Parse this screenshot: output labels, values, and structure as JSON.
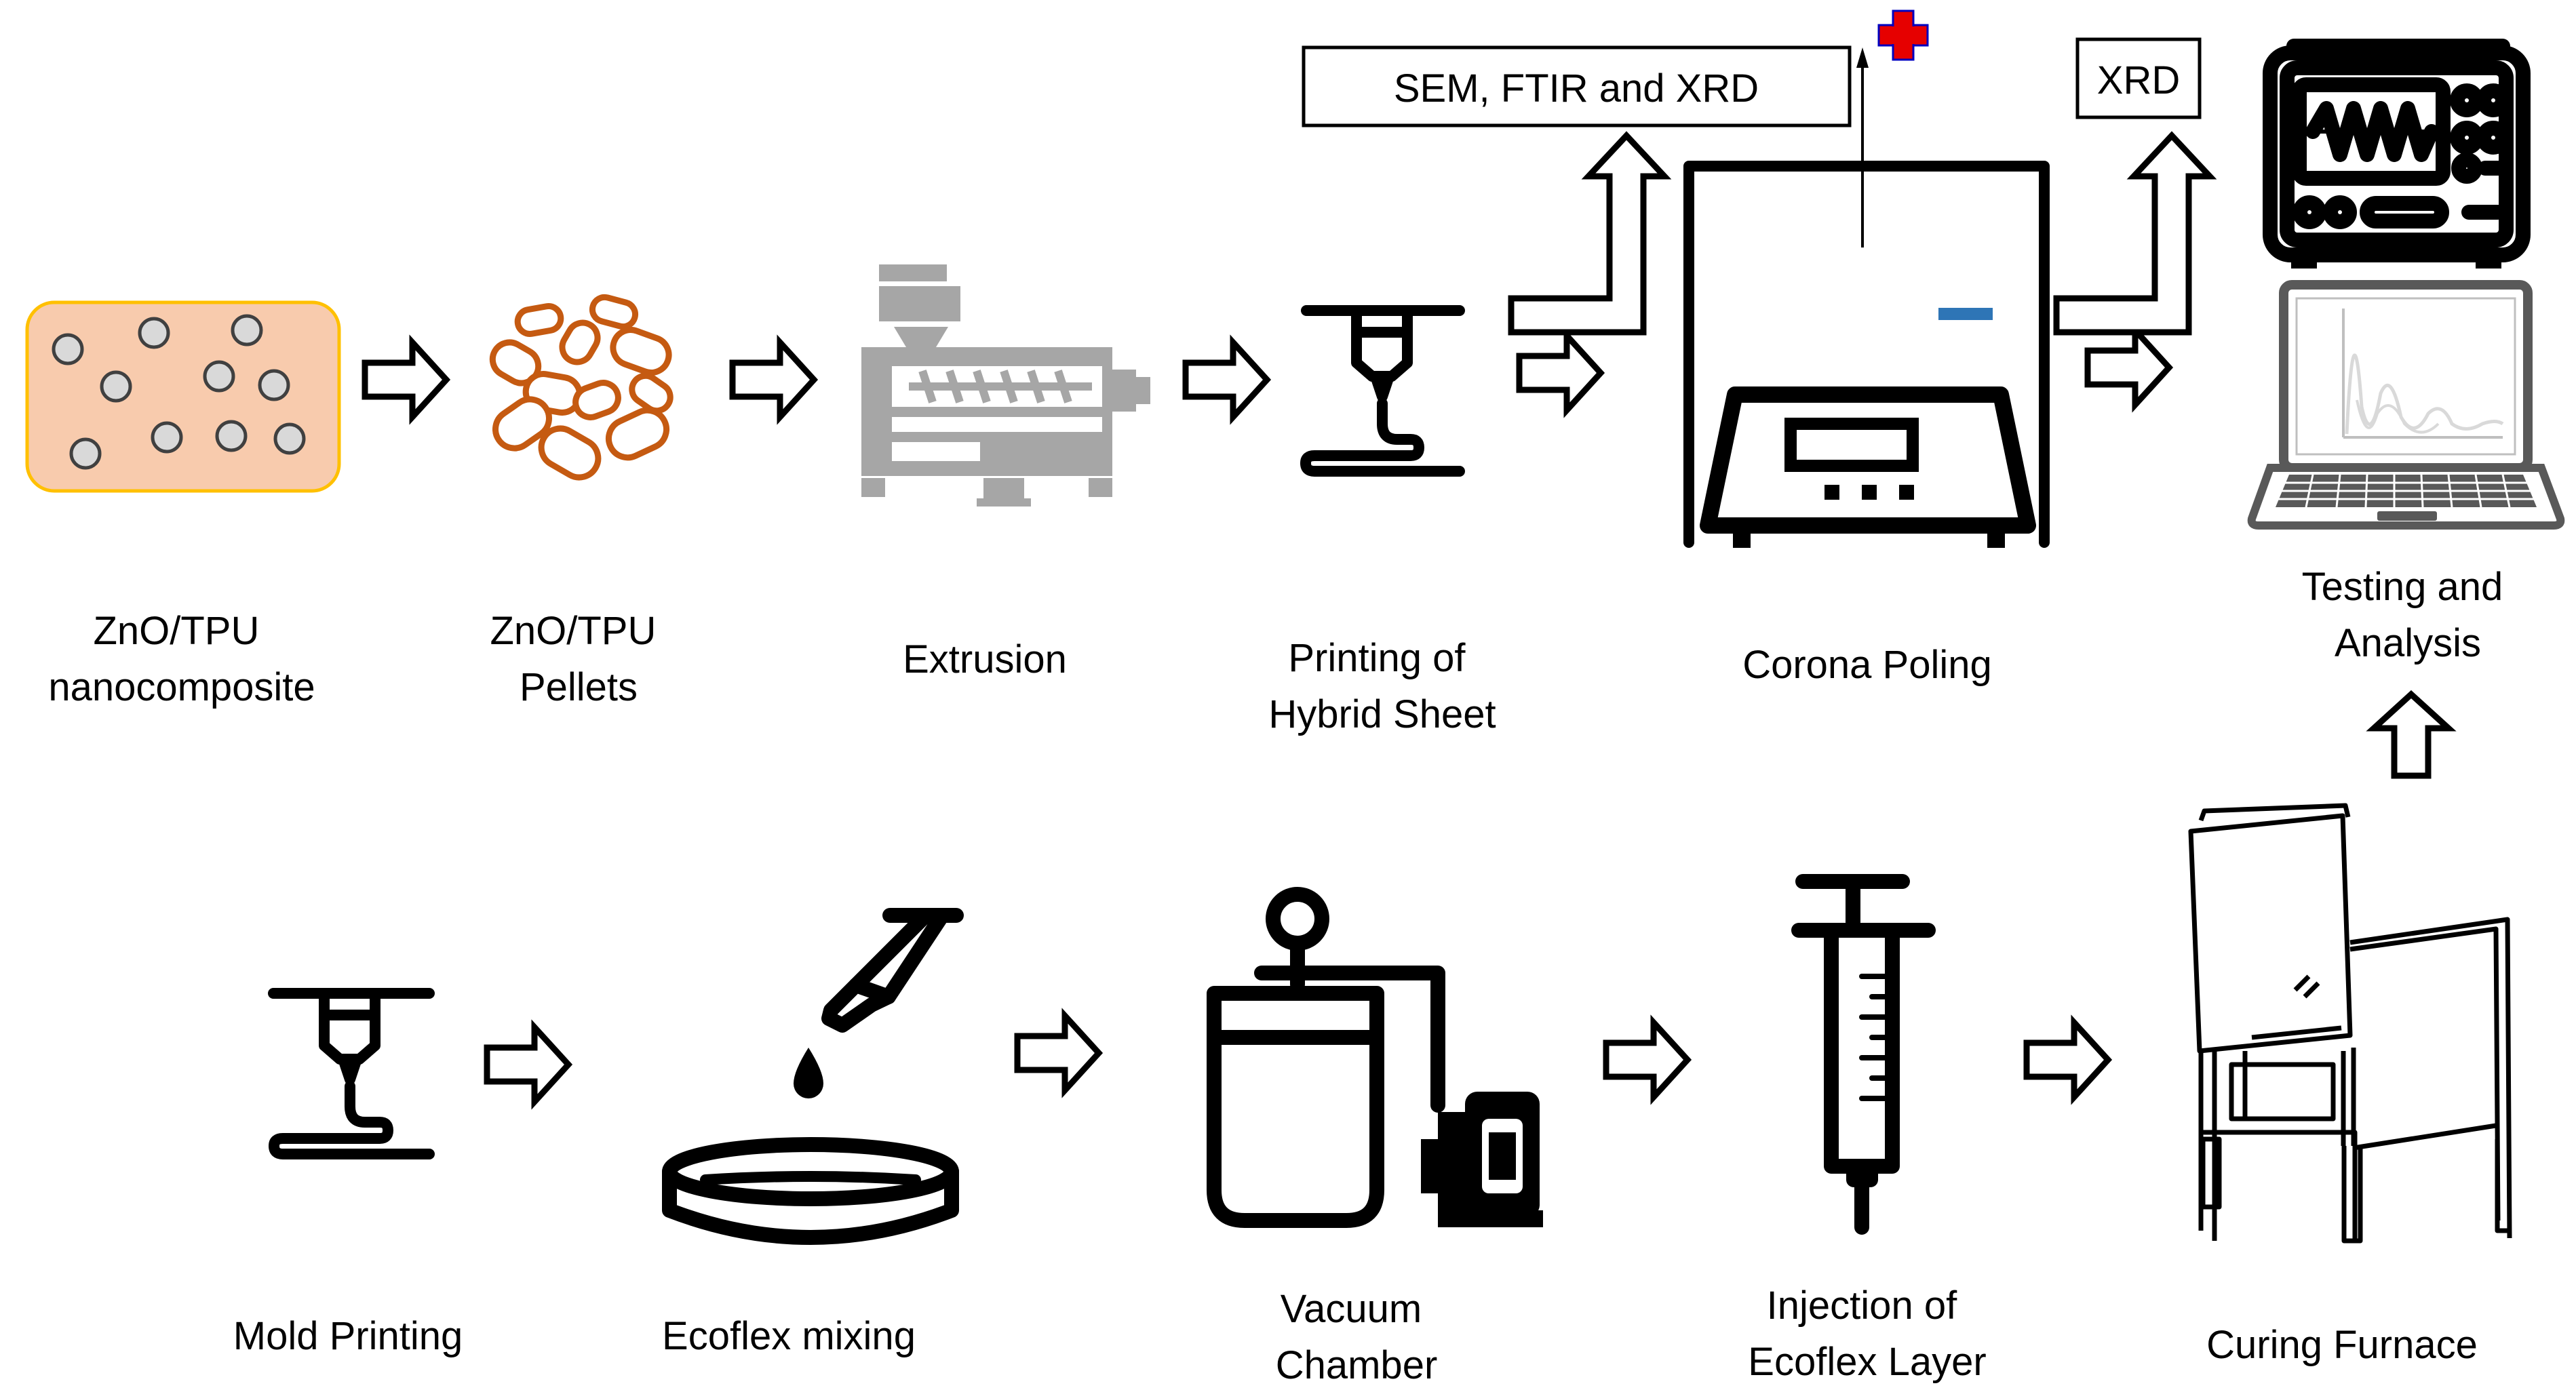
{
  "steps": {
    "nanocomposite": [
      "ZnO/TPU",
      "nanocomposite"
    ],
    "pellets": [
      "ZnO/TPU",
      "Pellets"
    ],
    "extrusion": [
      "Extrusion"
    ],
    "printing": [
      "Printing of",
      "Hybrid Sheet"
    ],
    "corona": [
      "Corona Poling"
    ],
    "testing": [
      "Testing and",
      "Analysis"
    ],
    "mold": [
      "Mold Printing"
    ],
    "ecoflex": [
      "Ecoflex mixing"
    ],
    "vacuum": [
      "Vacuum",
      "Chamber"
    ],
    "injection": [
      "Injection of",
      "Ecoflex Layer"
    ],
    "curing": [
      "Curing Furnace"
    ]
  },
  "boxes": {
    "sem": "SEM, FTIR and XRD",
    "xrd": "XRD"
  },
  "icons": {
    "nanocomposite": "nanoparticle-matrix-icon",
    "pellets": "pellets-icon",
    "extrusion": "extruder-icon",
    "printing": "3d-printer-nozzle-icon",
    "corona": "corona-poling-chamber-icon",
    "plus": "plus-icon",
    "minus": "minus-icon",
    "oscilloscope": "oscilloscope-icon",
    "laptop": "laptop-icon",
    "mold": "3d-printer-nozzle-icon",
    "ecoflex": "pipette-dish-icon",
    "vacuum": "vacuum-chamber-icon",
    "injection": "syringe-icon",
    "curing": "furnace-icon"
  },
  "colors": {
    "matrix_fill": "#f8cbad",
    "matrix_border": "#ffc000",
    "pellet": "#c55a11",
    "extruder": "#a6a6a6",
    "plus": "#e60000",
    "minus": "#2e75b6",
    "laptop": "#595959"
  }
}
